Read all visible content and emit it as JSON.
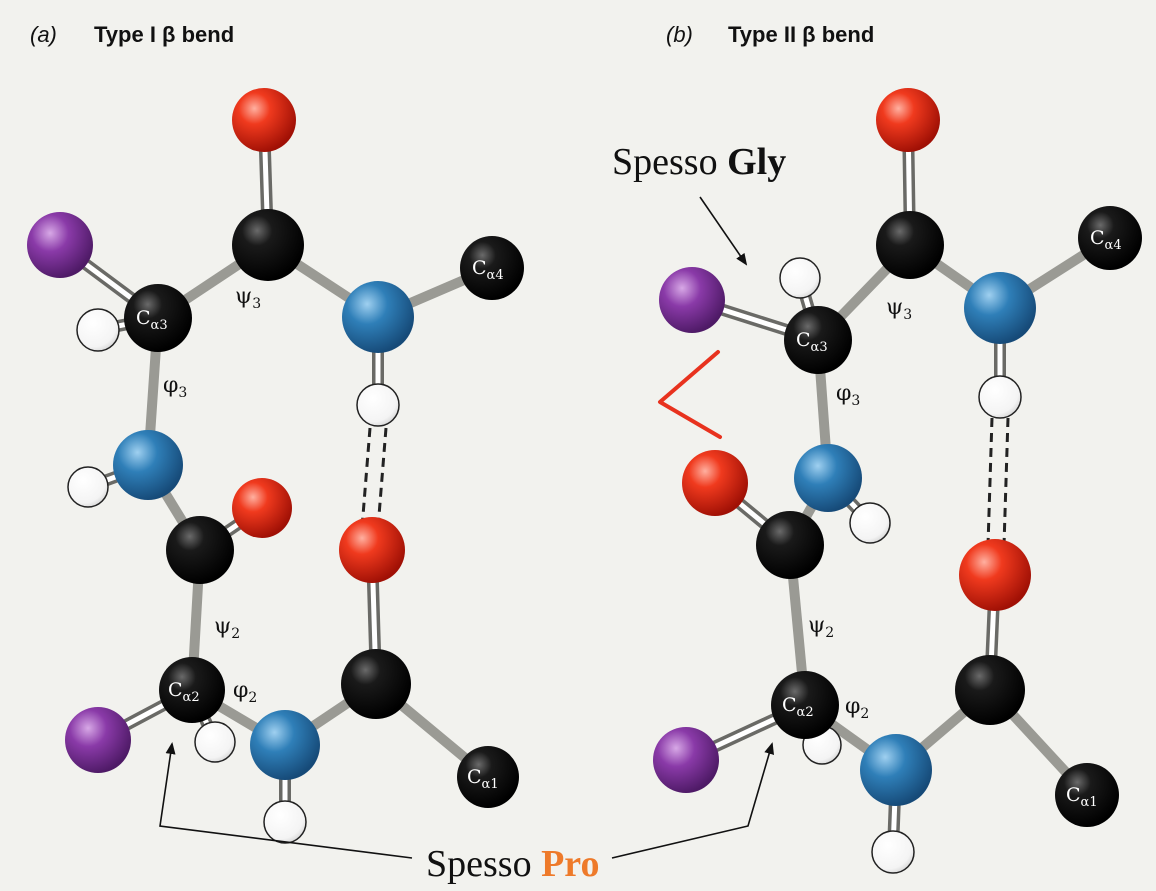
{
  "panels": {
    "a": {
      "letter": "(a)",
      "title": "Type I β bend"
    },
    "b": {
      "letter": "(b)",
      "title": "Type II β bend"
    }
  },
  "atom_labels": {
    "ca1": "C",
    "ca1_sub": "α1",
    "ca2": "C",
    "ca2_sub": "α2",
    "ca3": "C",
    "ca3_sub": "α3",
    "ca4": "C",
    "ca4_sub": "α4"
  },
  "angle_labels": {
    "psi3": "ψ",
    "psi3_sub": "3",
    "phi3": "φ",
    "phi3_sub": "3",
    "psi2": "ψ",
    "psi2_sub": "2",
    "phi2": "φ",
    "phi2_sub": "2"
  },
  "callouts": {
    "gly_prefix": "Spesso ",
    "gly_residue": "Gly",
    "pro_prefix": "Spesso ",
    "pro_residue": "Pro"
  },
  "colors": {
    "oxygen": "#e8200f",
    "carbon": "#111111",
    "nitrogen": "#2f7fb8",
    "hydrogen": "#ffffff",
    "side_chain": "#7a3a98",
    "pro_highlight": "#ee7a2a",
    "angle_marker": "#e8321e"
  }
}
